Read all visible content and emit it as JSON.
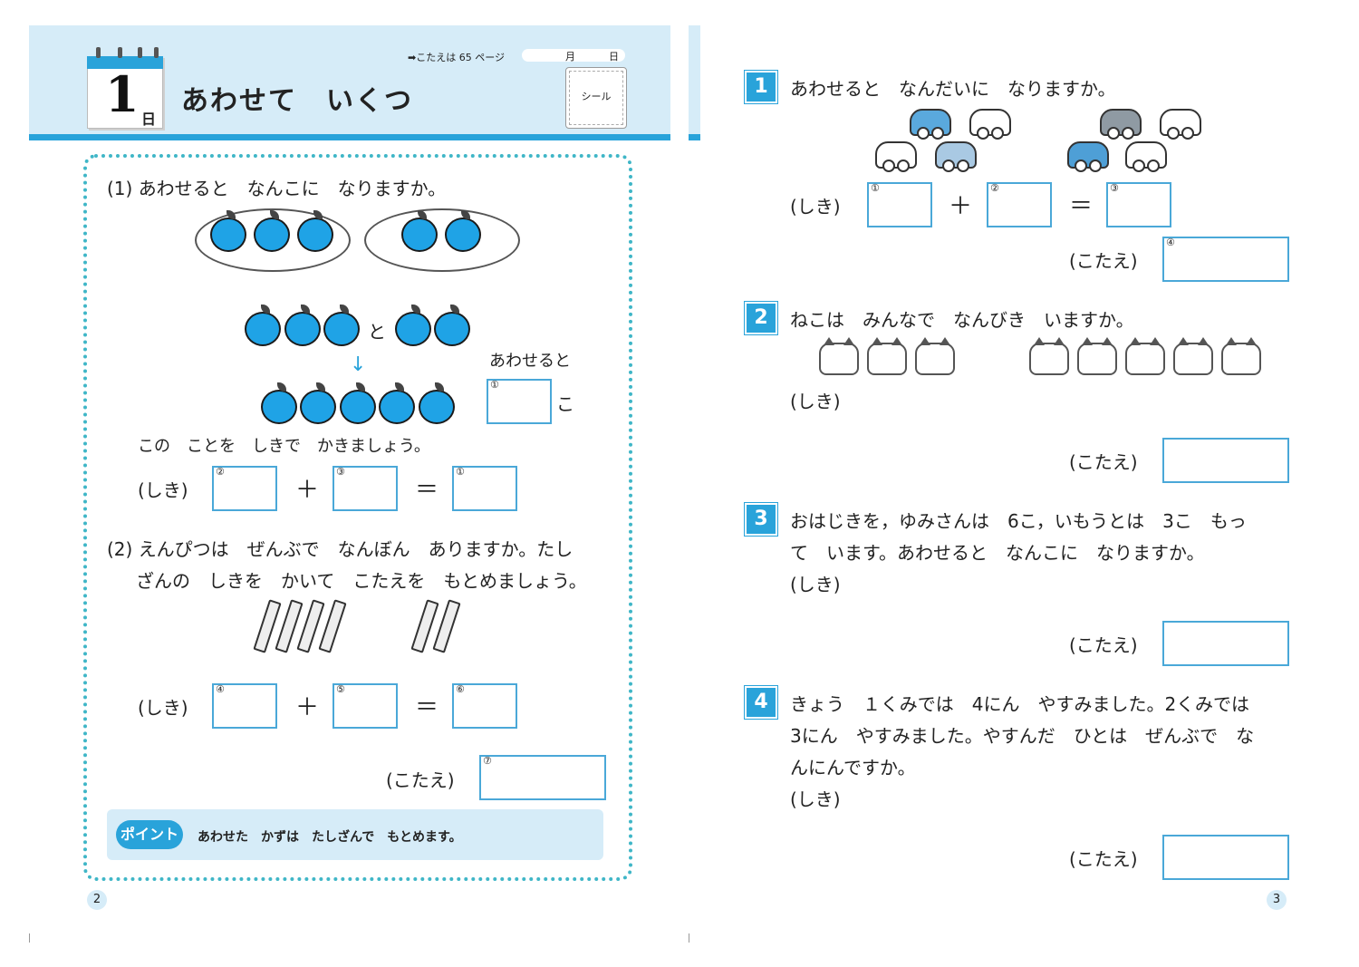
{
  "left_page": {
    "answer_ref": "➡こたえは 65 ページ",
    "date": {
      "month": "月",
      "day": "日"
    },
    "seal_label": "シール",
    "day_number": "1",
    "day_unit": "日",
    "title": "あわせて　いくつ",
    "q1": {
      "question": "(1) あわせると　なんこに　なりますか。",
      "connector": "と",
      "combine_label": "あわせると",
      "counter": "こ",
      "instruction": "この　ことを　しきで　かきましょう。",
      "shiki_label": "(しき)",
      "plus": "＋",
      "equals": "＝",
      "box_labels": [
        "①",
        "②",
        "③",
        "①"
      ]
    },
    "q2": {
      "question_line1": "(2) えんぴつは　ぜんぶで　なんぼん　ありますか。たし",
      "question_line2": "ざんの　しきを　かいて　こたえを　もとめましょう。",
      "shiki_label": "(しき)",
      "plus": "＋",
      "equals": "＝",
      "answer_label": "(こたえ)",
      "box_labels": [
        "④",
        "⑤",
        "⑥",
        "⑦"
      ]
    },
    "point": {
      "badge": "ポイント",
      "text": "あわせた　かずは　たしざんで　もとめます。"
    },
    "page_number": "2"
  },
  "right_page": {
    "problems": [
      {
        "num": "1",
        "text": "あわせると　なんだいに　なりますか。"
      },
      {
        "num": "2",
        "text": "ねこは　みんなで　なんびき　いますか。"
      },
      {
        "num": "3",
        "line1": "おはじきを，ゆみさんは　6こ，いもうとは　3こ　もっ",
        "line2": "て　います。あわせると　なんこに　なりますか。"
      },
      {
        "num": "4",
        "line1": "きょう　１くみでは　4にん　やすみました。2くみでは",
        "line2": "3にん　やすみました。やすんだ　ひとは　ぜんぶで　な",
        "line3": "んにんですか。"
      }
    ],
    "shiki_label": "(しき)",
    "answer_label": "(こたえ)",
    "plus": "＋",
    "equals": "＝",
    "p1_box_labels": [
      "①",
      "②",
      "③",
      "④"
    ],
    "page_number": "3"
  },
  "colors": {
    "accent": "#29a3da",
    "header_bg": "#d6ecf8",
    "apple": "#1fa3e6",
    "frame": "#3fb6c7"
  }
}
